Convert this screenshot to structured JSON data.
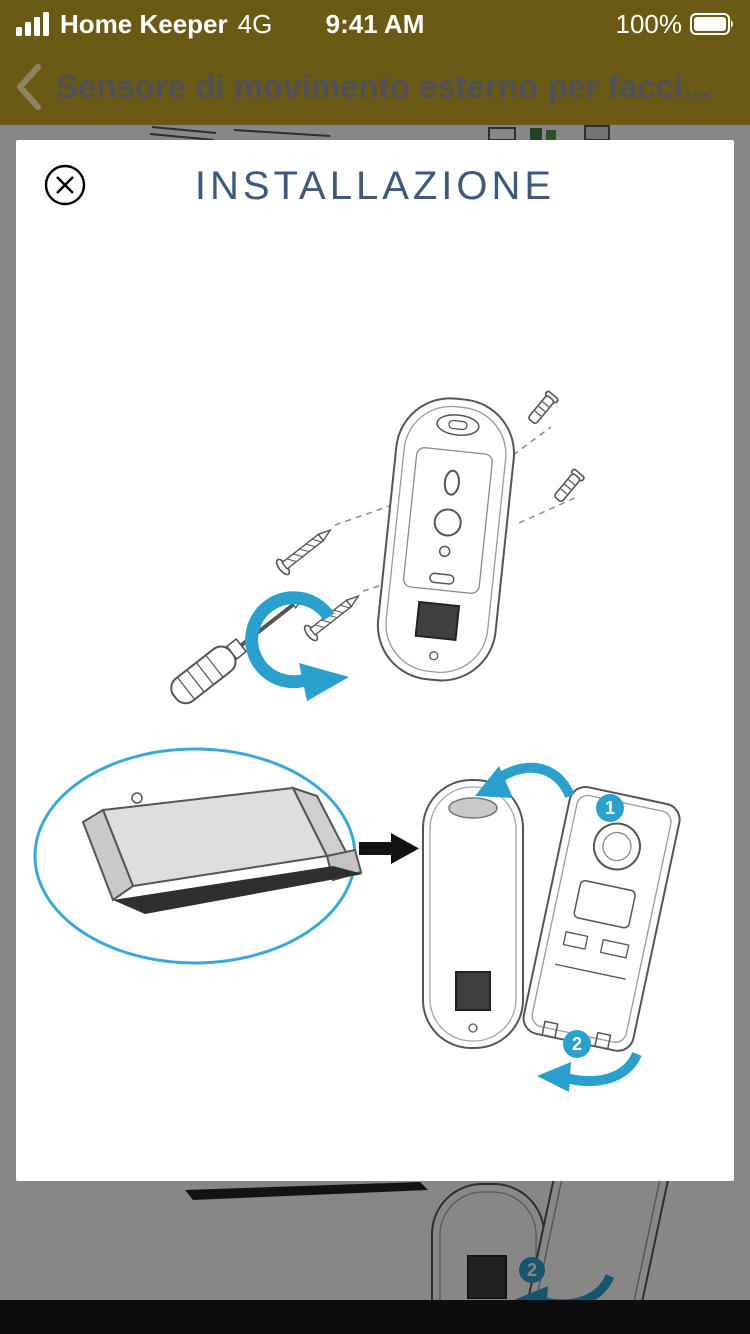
{
  "status_bar": {
    "carrier": "Home Keeper",
    "network": "4G",
    "time": "9:41 AM",
    "battery_percent": "100%"
  },
  "nav_bar": {
    "title": "Sensore di movimento esterno per facci..."
  },
  "modal": {
    "title": "INSTALLAZIONE"
  },
  "illustrations": {
    "step_badges": {
      "one": "1",
      "two": "2"
    },
    "background_badge_two": "2"
  },
  "colors": {
    "top_bar_background": "#6b5a15",
    "nav_title": "#4e505a",
    "modal_title": "#3d5a7a",
    "accent_blue": "#2aa0cf",
    "callout_ellipse_blue": "#3aa8d8",
    "bottom_strip": "#1a1a1a"
  }
}
